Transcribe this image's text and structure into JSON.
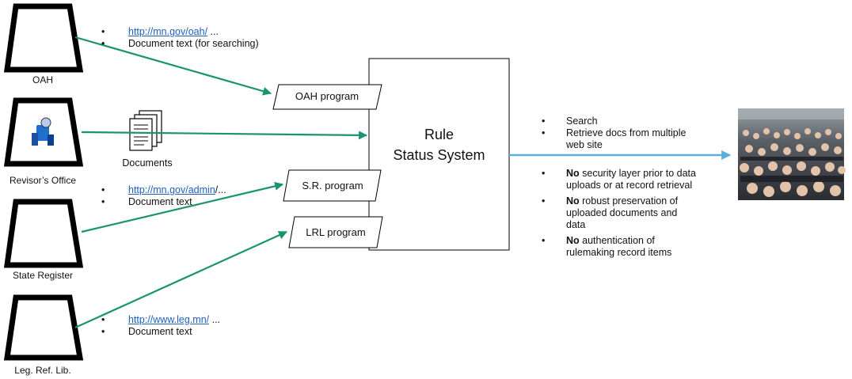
{
  "sources": [
    {
      "name": "OAH"
    },
    {
      "name": "Revisor’s Office"
    },
    {
      "name": "State Register"
    },
    {
      "name": "Leg. Ref. Lib."
    }
  ],
  "programs": [
    "OAH program",
    "S.R. program",
    "LRL program"
  ],
  "system": {
    "line1": "Rule",
    "line2": "Status System"
  },
  "documents_label": "Documents",
  "oah_notes": {
    "link": "http://mn.gov/oah/",
    "suffix": " ...",
    "item2": "Document text (for searching)"
  },
  "sr_notes": {
    "link": "http://mn.gov/admin",
    "suffix": "/...",
    "item2": "Document text"
  },
  "lrl_notes": {
    "link": "http://www.leg.mn/",
    "suffix": " ...",
    "item2": "Document text"
  },
  "features": [
    "Search",
    "Retrieve docs from multiple web site"
  ],
  "gaps": [
    {
      "bold": "No",
      "rest": " security layer prior to data uploads or at record retrieval"
    },
    {
      "bold": "No",
      "rest": " robust preservation of uploaded documents and data"
    },
    {
      "bold": "No",
      "rest": " authentication of rulemaking record items"
    }
  ],
  "colors": {
    "arrow_green": "#1a9370",
    "arrow_blue": "#5aaee0",
    "link_blue": "#1f5fbf"
  },
  "icons": [
    "trapezoid-server-icon",
    "person-at-desk-icon",
    "documents-stack-icon",
    "crowd-photo"
  ]
}
